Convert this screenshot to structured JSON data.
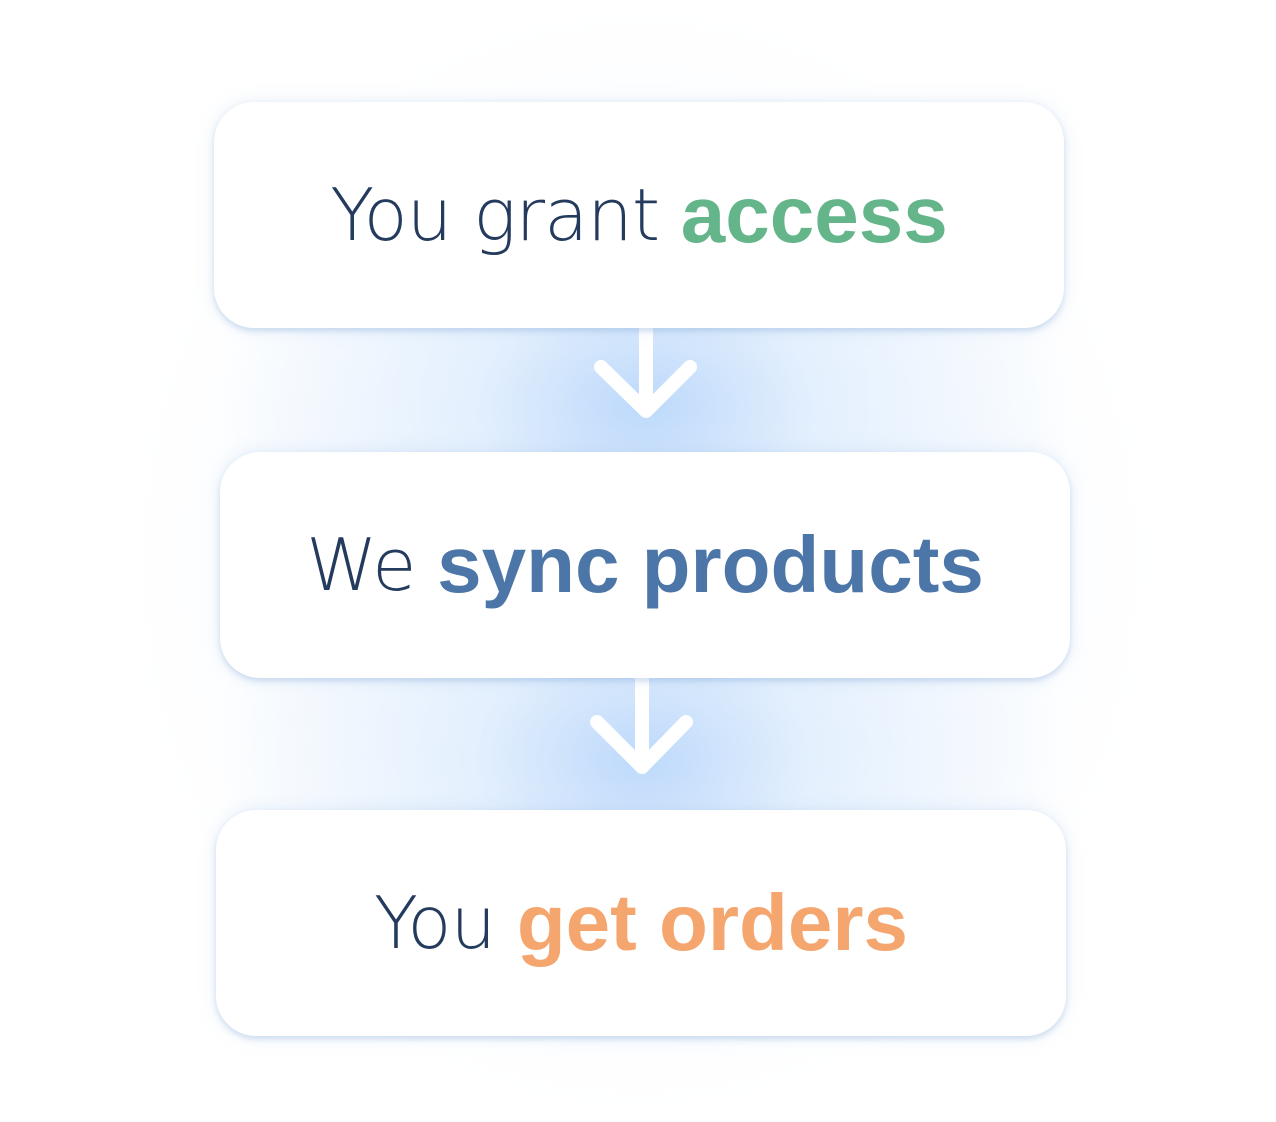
{
  "steps": [
    {
      "lead": "You grant",
      "accent": "access"
    },
    {
      "lead": "We",
      "accent": "sync products"
    },
    {
      "lead": "You",
      "accent": "get orders"
    }
  ],
  "colors": {
    "lead_text": "#243b5e",
    "step1_accent": "#64b58a",
    "step2_accent": "#4d76a8",
    "step3_accent": "#f4a66e",
    "arrow": "#ffffff",
    "glow": "#cfe3fb"
  },
  "icons": {
    "connector": "arrow-down-icon"
  }
}
